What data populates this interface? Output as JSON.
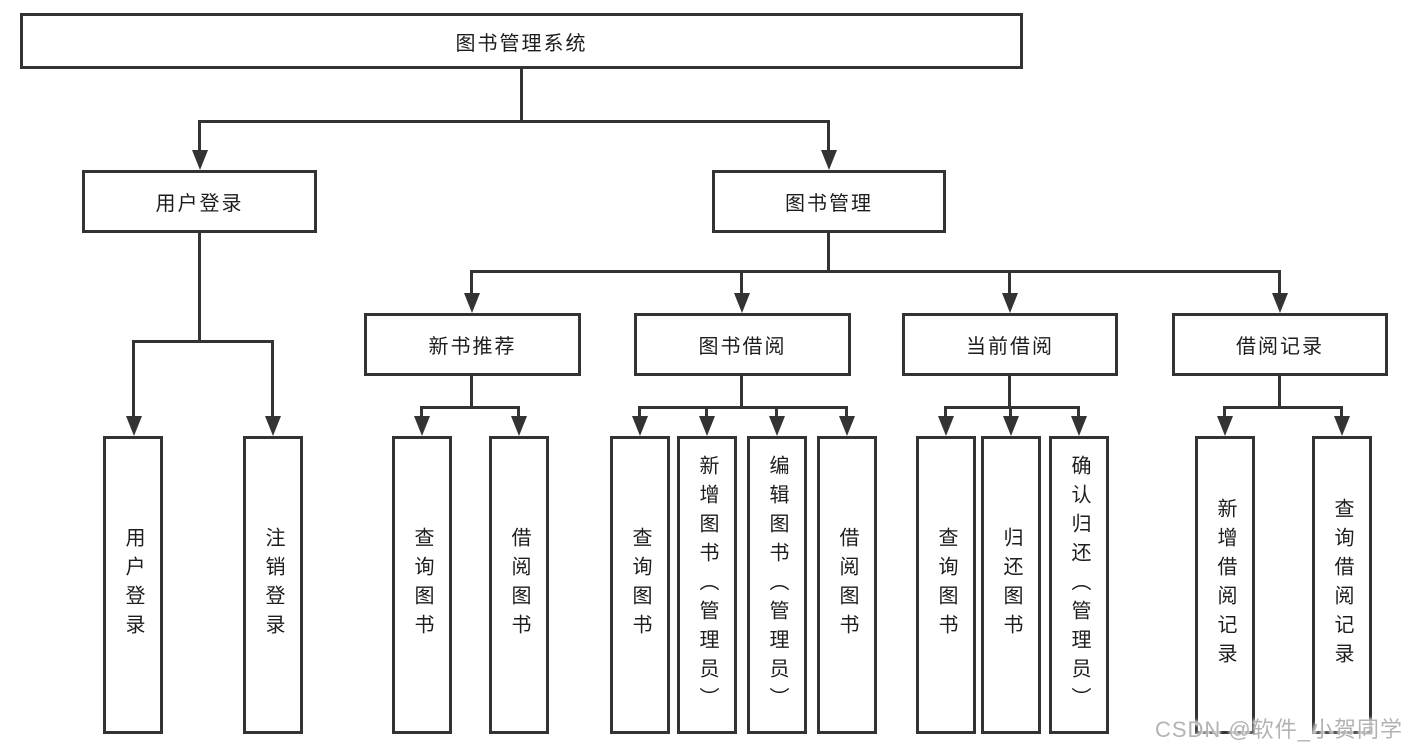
{
  "diagram": {
    "root": "图书管理系统",
    "level2": {
      "user_login": "用户登录",
      "book_management": "图书管理"
    },
    "level3": {
      "new_book_recommend": "新书推荐",
      "book_borrowing": "图书借阅",
      "current_borrowing": "当前借阅",
      "borrowing_records": "借阅记录"
    },
    "leaves": {
      "user_login": "用户登录",
      "logout": "注销登录",
      "nb_query_books": "查询图书",
      "nb_borrow_books": "借阅图书",
      "bw_query_books": "查询图书",
      "bw_add_books_admin": "新增图书（管理员）",
      "bw_edit_books_admin": "编辑图书（管理员）",
      "bw_borrow_books": "借阅图书",
      "cb_query_books": "查询图书",
      "cb_return_books": "归还图书",
      "cb_confirm_return_admin": "确认归还（管理员）",
      "br_add_record": "新增借阅记录",
      "br_query_record": "查询借阅记录"
    }
  },
  "watermark": "CSDN @软件_小贺同学",
  "colors": {
    "line": "#333333",
    "text": "#1d1d1d",
    "box_background": "#ffffff",
    "page_background": "#ffffff",
    "watermark": "#b3b3b3"
  }
}
